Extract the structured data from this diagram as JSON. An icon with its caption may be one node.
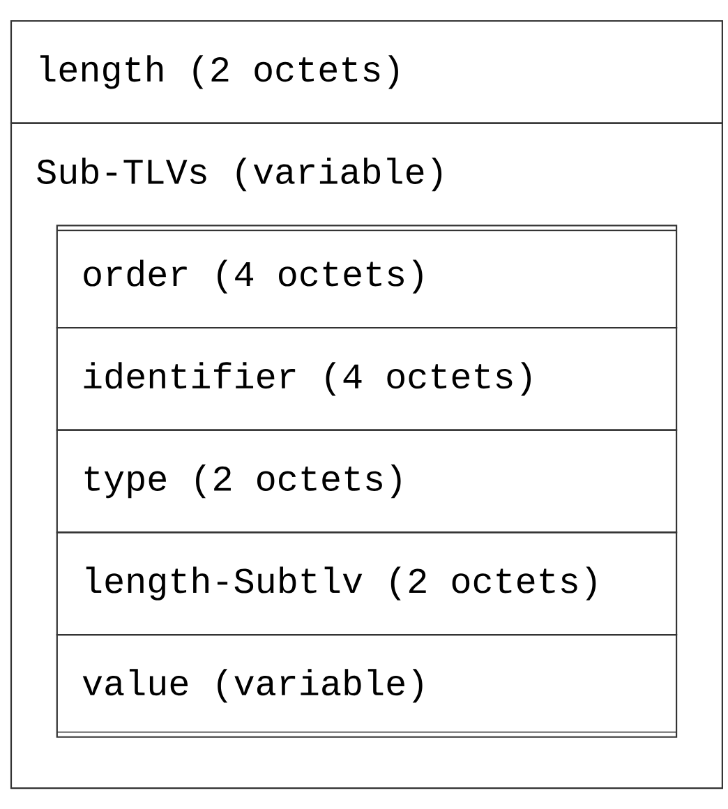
{
  "diagram": {
    "nodes": [
      {
        "text": [
          "length (2 octets)"
        ]
      },
      {
        "text": [
          "Sub-TLVs (variable)"
        ]
      },
      {
        "text": [
          "order (4 octets)"
        ],
        "in": 1
      },
      {
        "text": [
          "identifier (4 octets)"
        ],
        "in": 1
      },
      {
        "text": [
          "type (2 octets)"
        ],
        "in": 1
      },
      {
        "text": [
          "length-Subtlv (2 octets)"
        ],
        "in": 1
      },
      {
        "text": [
          "value (variable)"
        ],
        "in": 1
      }
    ]
  }
}
